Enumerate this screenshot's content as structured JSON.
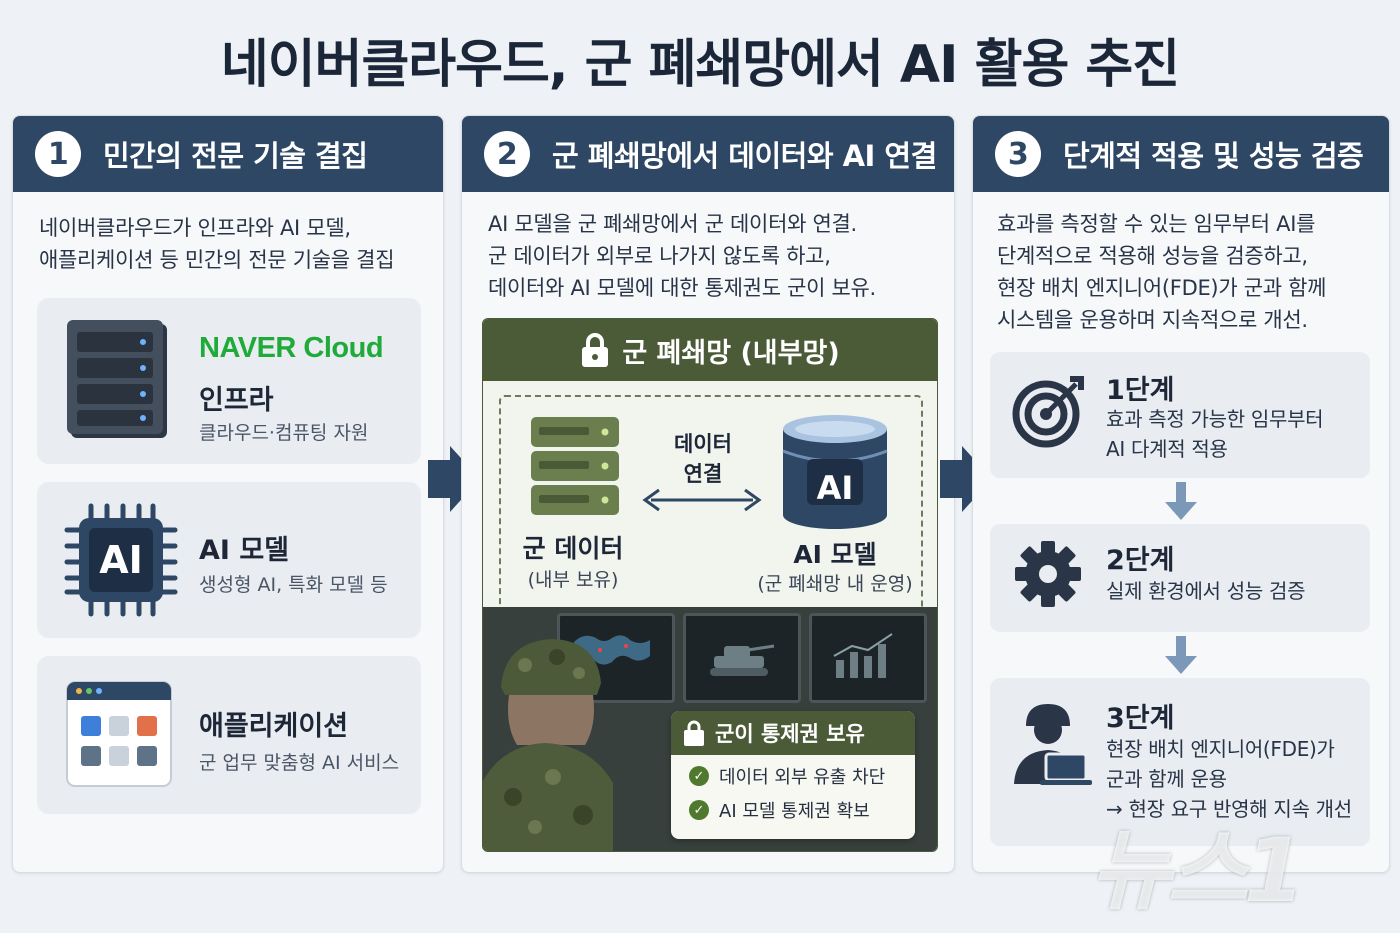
{
  "title": "네이버클라우드, 군 폐쇄망에서 AI 활용 추진",
  "panel1": {
    "num": "1",
    "heading": "민간의 전문 기술 결집",
    "desc": [
      "네이버클라우드가 인프라와 AI 모델,",
      "애플리케이션 등 민간의 전문 기술을 결집"
    ],
    "cards": [
      {
        "brand": "NAVER Cloud",
        "title": "인프라",
        "sub": "클라우드·컴퓨팅 자원",
        "icon": "server-icon"
      },
      {
        "title": "AI 모델",
        "sub": "생성형 AI, 특화 모델 등",
        "icon": "ai-chip-icon",
        "chip_text": "AI"
      },
      {
        "title": "애플리케이션",
        "sub": "군 업무 맞춤형 AI 서비스",
        "icon": "app-window-icon"
      }
    ]
  },
  "panel2": {
    "num": "2",
    "heading": "군 폐쇄망에서 데이터와 AI 연결",
    "desc": [
      "AI 모델을 군 폐쇄망에서 군 데이터와 연결.",
      "군 데이터가 외부로 나가지 않도록 하고,",
      "데이터와 AI 모델에 대한 통제권도 군이 보유."
    ],
    "network_label": "군 폐쇄망 (내부망)",
    "link_label": [
      "데이터",
      "연결"
    ],
    "data_title": "군 데이터",
    "data_sub": "(내부 보유)",
    "ai_title": "AI 모델",
    "ai_sub": "(군 폐쇄망 내 운영)",
    "ai_db_text": "AI",
    "control": {
      "heading": "군이 통제권 보유",
      "items": [
        "데이터 외부 유출 차단",
        "AI 모델 통제권 확보"
      ]
    }
  },
  "panel3": {
    "num": "3",
    "heading": "단계적 적용 및 성능 검증",
    "desc": [
      "효과를 측정할 수 있는 임무부터 AI를",
      "단계적으로 적용해 성능을 검증하고,",
      "현장 배치 엔지니어(FDE)가 군과 함께",
      "시스템을 운용하며 지속적으로 개선."
    ],
    "steps": [
      {
        "title": "1단계",
        "lines": [
          "효과 측정 가능한 임무부터",
          "AI 다계적 적용"
        ],
        "icon": "target-icon"
      },
      {
        "title": "2단계",
        "lines": [
          "실제 환경에서 성능 검증"
        ],
        "icon": "gear-icon"
      },
      {
        "title": "3단계",
        "lines": [
          "현장 배치 엔지니어(FDE)가",
          "군과 함께 운용",
          "→ 현장 요구 반영해 지속 개선"
        ],
        "icon": "engineer-laptop-icon"
      }
    ]
  },
  "watermark": "뉴스1",
  "colors": {
    "header_navy": "#2e4764",
    "military_green": "#4b5a37",
    "naver_green": "#1faa3a",
    "card_bg": "#e9edf2"
  }
}
